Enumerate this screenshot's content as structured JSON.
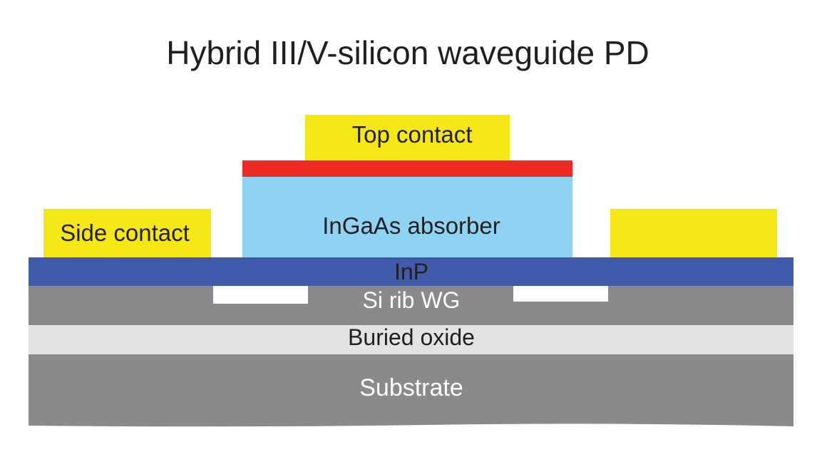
{
  "title": "Hybrid III/V-silicon waveguide PD",
  "layers": {
    "top_contact": {
      "label": "Top contact",
      "color": "#f5e616"
    },
    "p_layer": {
      "color": "#ee2a24"
    },
    "absorber": {
      "label": "InGaAs absorber",
      "color": "#8fd3f2"
    },
    "side_contact_left": {
      "label": "Side contact",
      "color": "#f5e616"
    },
    "side_contact_right": {
      "color": "#f5e616"
    },
    "inp": {
      "label": "InP",
      "color": "#3f5ba9"
    },
    "si_rib_wg": {
      "label": "Si rib WG",
      "color": "#8a8a8a"
    },
    "buried_oxide": {
      "label": "Buried oxide",
      "color": "#e3e3e3"
    },
    "substrate": {
      "label": "Substrate",
      "color": "#8a8a8a"
    }
  }
}
